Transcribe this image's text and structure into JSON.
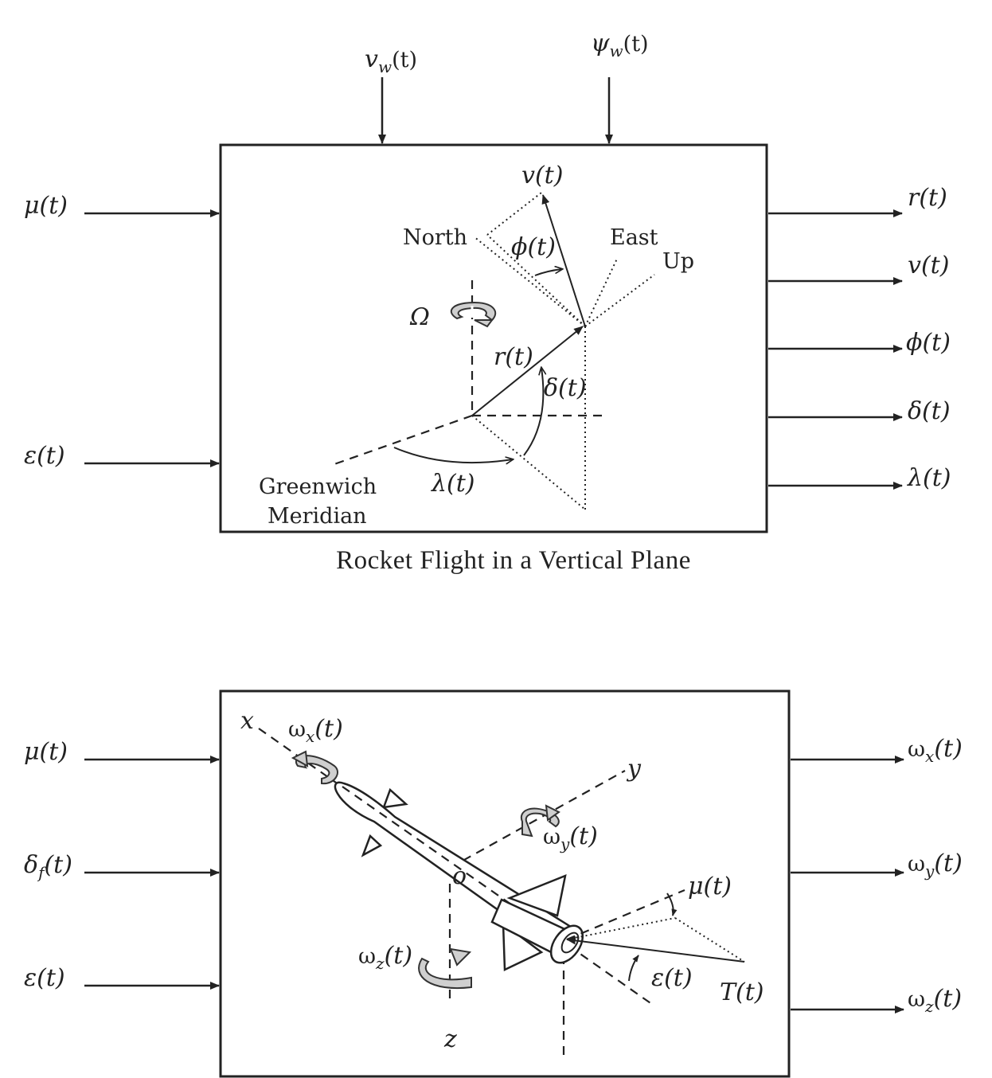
{
  "panel_top": {
    "caption": "Rocket Flight in a Vertical Plane",
    "inputs_top": [
      {
        "base": "v",
        "sub": "w",
        "arg": "(t)"
      },
      {
        "base": "ψ",
        "sub": "w",
        "arg": "(t)"
      }
    ],
    "inputs_left": [
      "μ(t)",
      "ε(t)"
    ],
    "outputs_right": [
      "r(t)",
      "v(t)",
      "ϕ(t)",
      "δ(t)",
      "λ(t)"
    ],
    "inner": {
      "velocity": "v(t)",
      "north": "North",
      "east": "East",
      "up": "Up",
      "flight_path_angle": "ϕ(t)",
      "earth_rotation": "Ω",
      "radius": "r(t)",
      "latitude": "δ(t)",
      "longitude": "λ(t)",
      "greenwich_line1": "Greenwich",
      "greenwich_line2": "Meridian"
    }
  },
  "panel_bottom": {
    "inputs_left": [
      {
        "base": "μ",
        "sub": "",
        "arg": "(t)"
      },
      {
        "base": "δ",
        "sub": "f",
        "arg": "(t)"
      },
      {
        "base": "ε",
        "sub": "",
        "arg": "(t)"
      }
    ],
    "outputs_right": [
      {
        "base": "ω",
        "sub": "x",
        "arg": "(t)"
      },
      {
        "base": "ω",
        "sub": "y",
        "arg": "(t)"
      },
      {
        "base": "ω",
        "sub": "z",
        "arg": "(t)"
      }
    ],
    "inner": {
      "axis_x": "x",
      "axis_y": "y",
      "axis_z": "z",
      "origin": "o",
      "omega_x": {
        "base": "ω",
        "sub": "x",
        "arg": "(t)"
      },
      "omega_y": {
        "base": "ω",
        "sub": "y",
        "arg": "(t)"
      },
      "omega_z": {
        "base": "ω",
        "sub": "z",
        "arg": "(t)"
      },
      "mu": "μ(t)",
      "epsilon": "ε(t)",
      "thrust": "T(t)"
    }
  }
}
